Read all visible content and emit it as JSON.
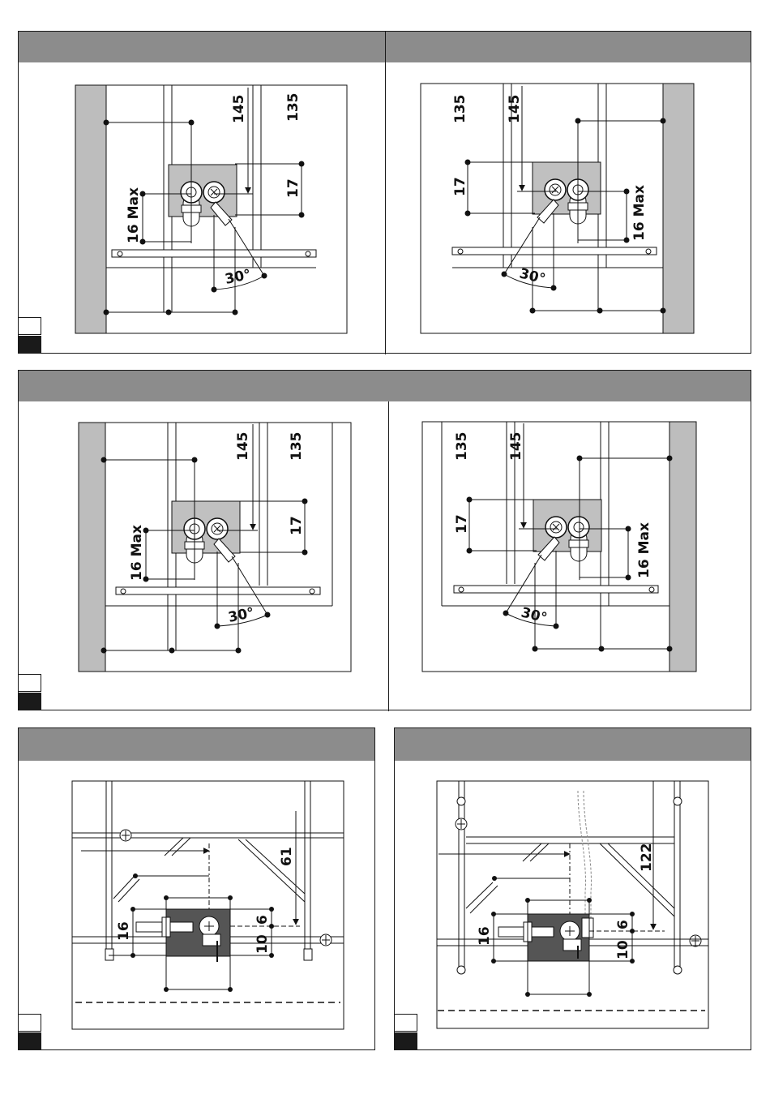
{
  "panels": [
    {
      "id": "p1",
      "labels": {
        "d145": "145",
        "d135": "135",
        "d17": "17",
        "d16max": "16 Max",
        "angle": "30°"
      }
    },
    {
      "id": "p2",
      "labels": {
        "d145": "145",
        "d135": "135",
        "d17": "17",
        "d16max": "16 Max",
        "angle": "30°"
      }
    },
    {
      "id": "p3",
      "labels": {
        "d145": "145",
        "d135": "135",
        "d17": "17",
        "d16max": "16 Max",
        "angle": "30°"
      }
    },
    {
      "id": "p4",
      "labels": {
        "d145": "145",
        "d135": "135",
        "d17": "17",
        "d16max": "16 Max",
        "angle": "30°"
      }
    },
    {
      "id": "p5",
      "labels": {
        "d61": "61",
        "d16": "16",
        "d6": "6",
        "d10": "10"
      }
    },
    {
      "id": "p6",
      "labels": {
        "d122": "122",
        "d16": "16",
        "d6": "6",
        "d10": "10"
      }
    }
  ],
  "colors": {
    "header": "#8c8c8c",
    "wall": "#bdbdbd",
    "plate": "#c0c0c0",
    "ink": "#111111"
  }
}
